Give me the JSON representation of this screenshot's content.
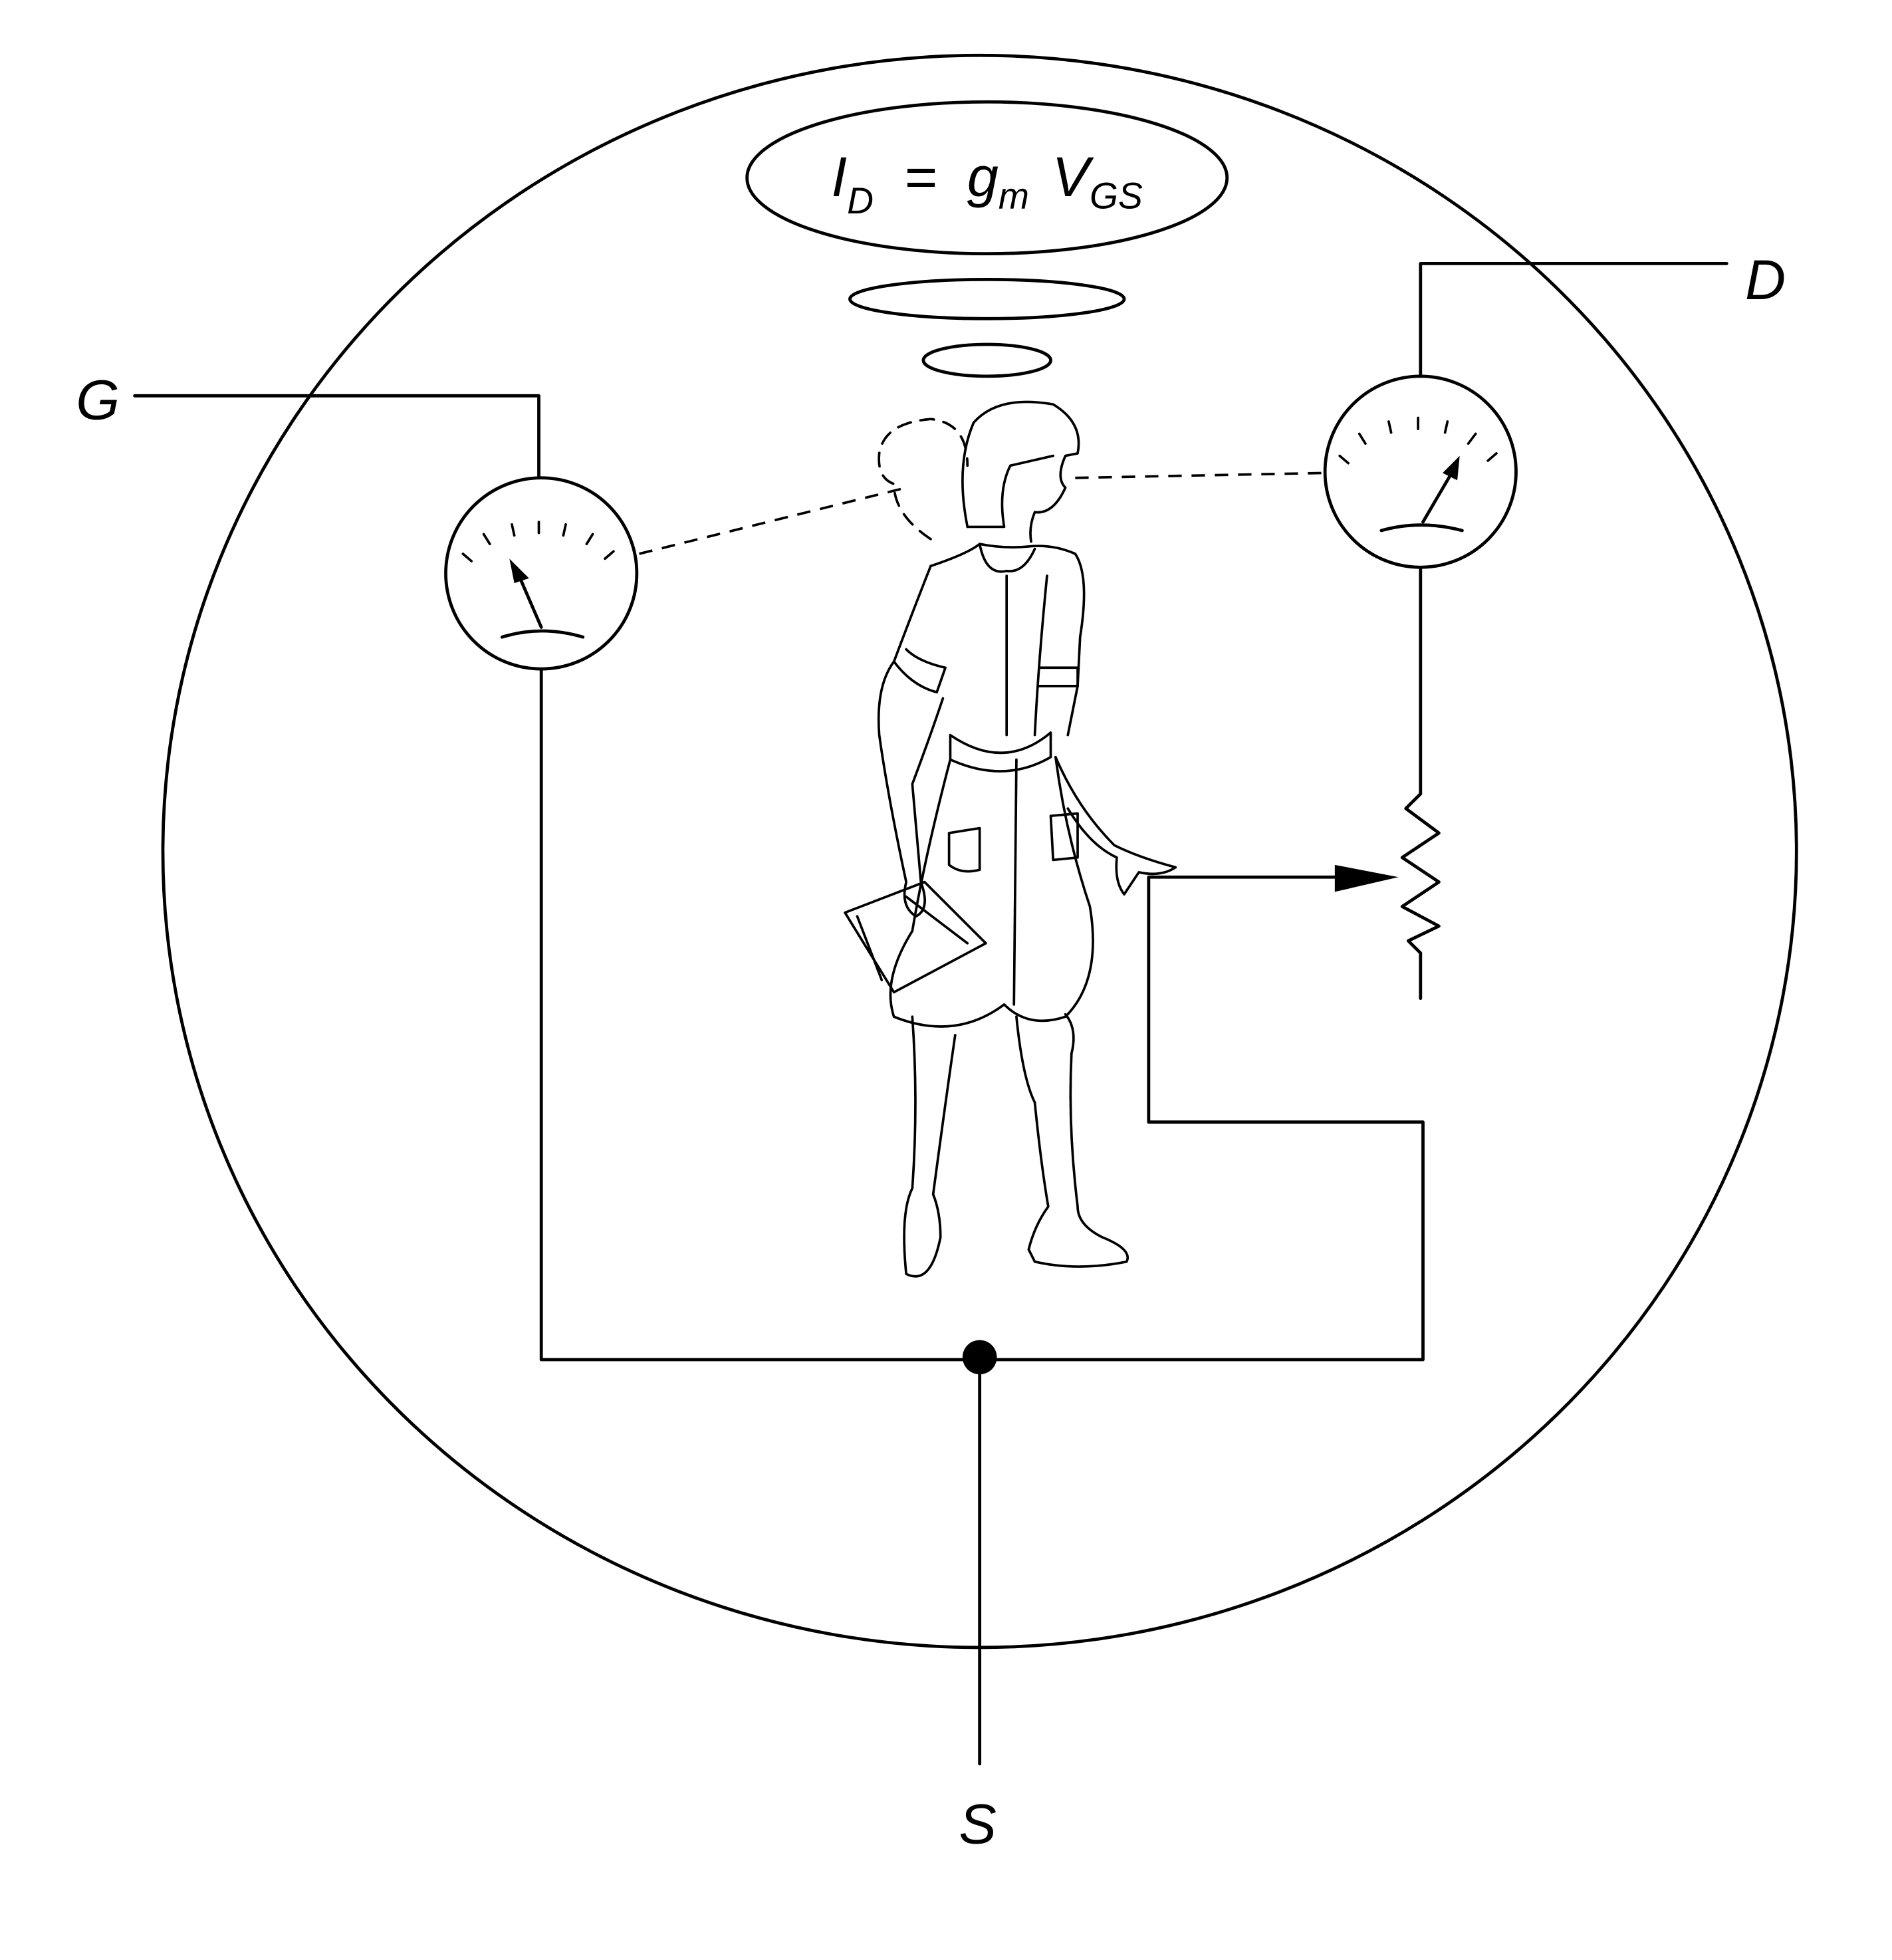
{
  "figure": {
    "equation": {
      "lhs": "I",
      "lhs_sub": "D",
      "equals": "=",
      "coef": "g",
      "coef_sub": "m",
      "var": "V",
      "var_sub": "GS"
    },
    "terminals": {
      "gate": "G",
      "drain": "D",
      "source": "S"
    },
    "colors": {
      "ink": "#000000",
      "background": "#ffffff"
    }
  }
}
